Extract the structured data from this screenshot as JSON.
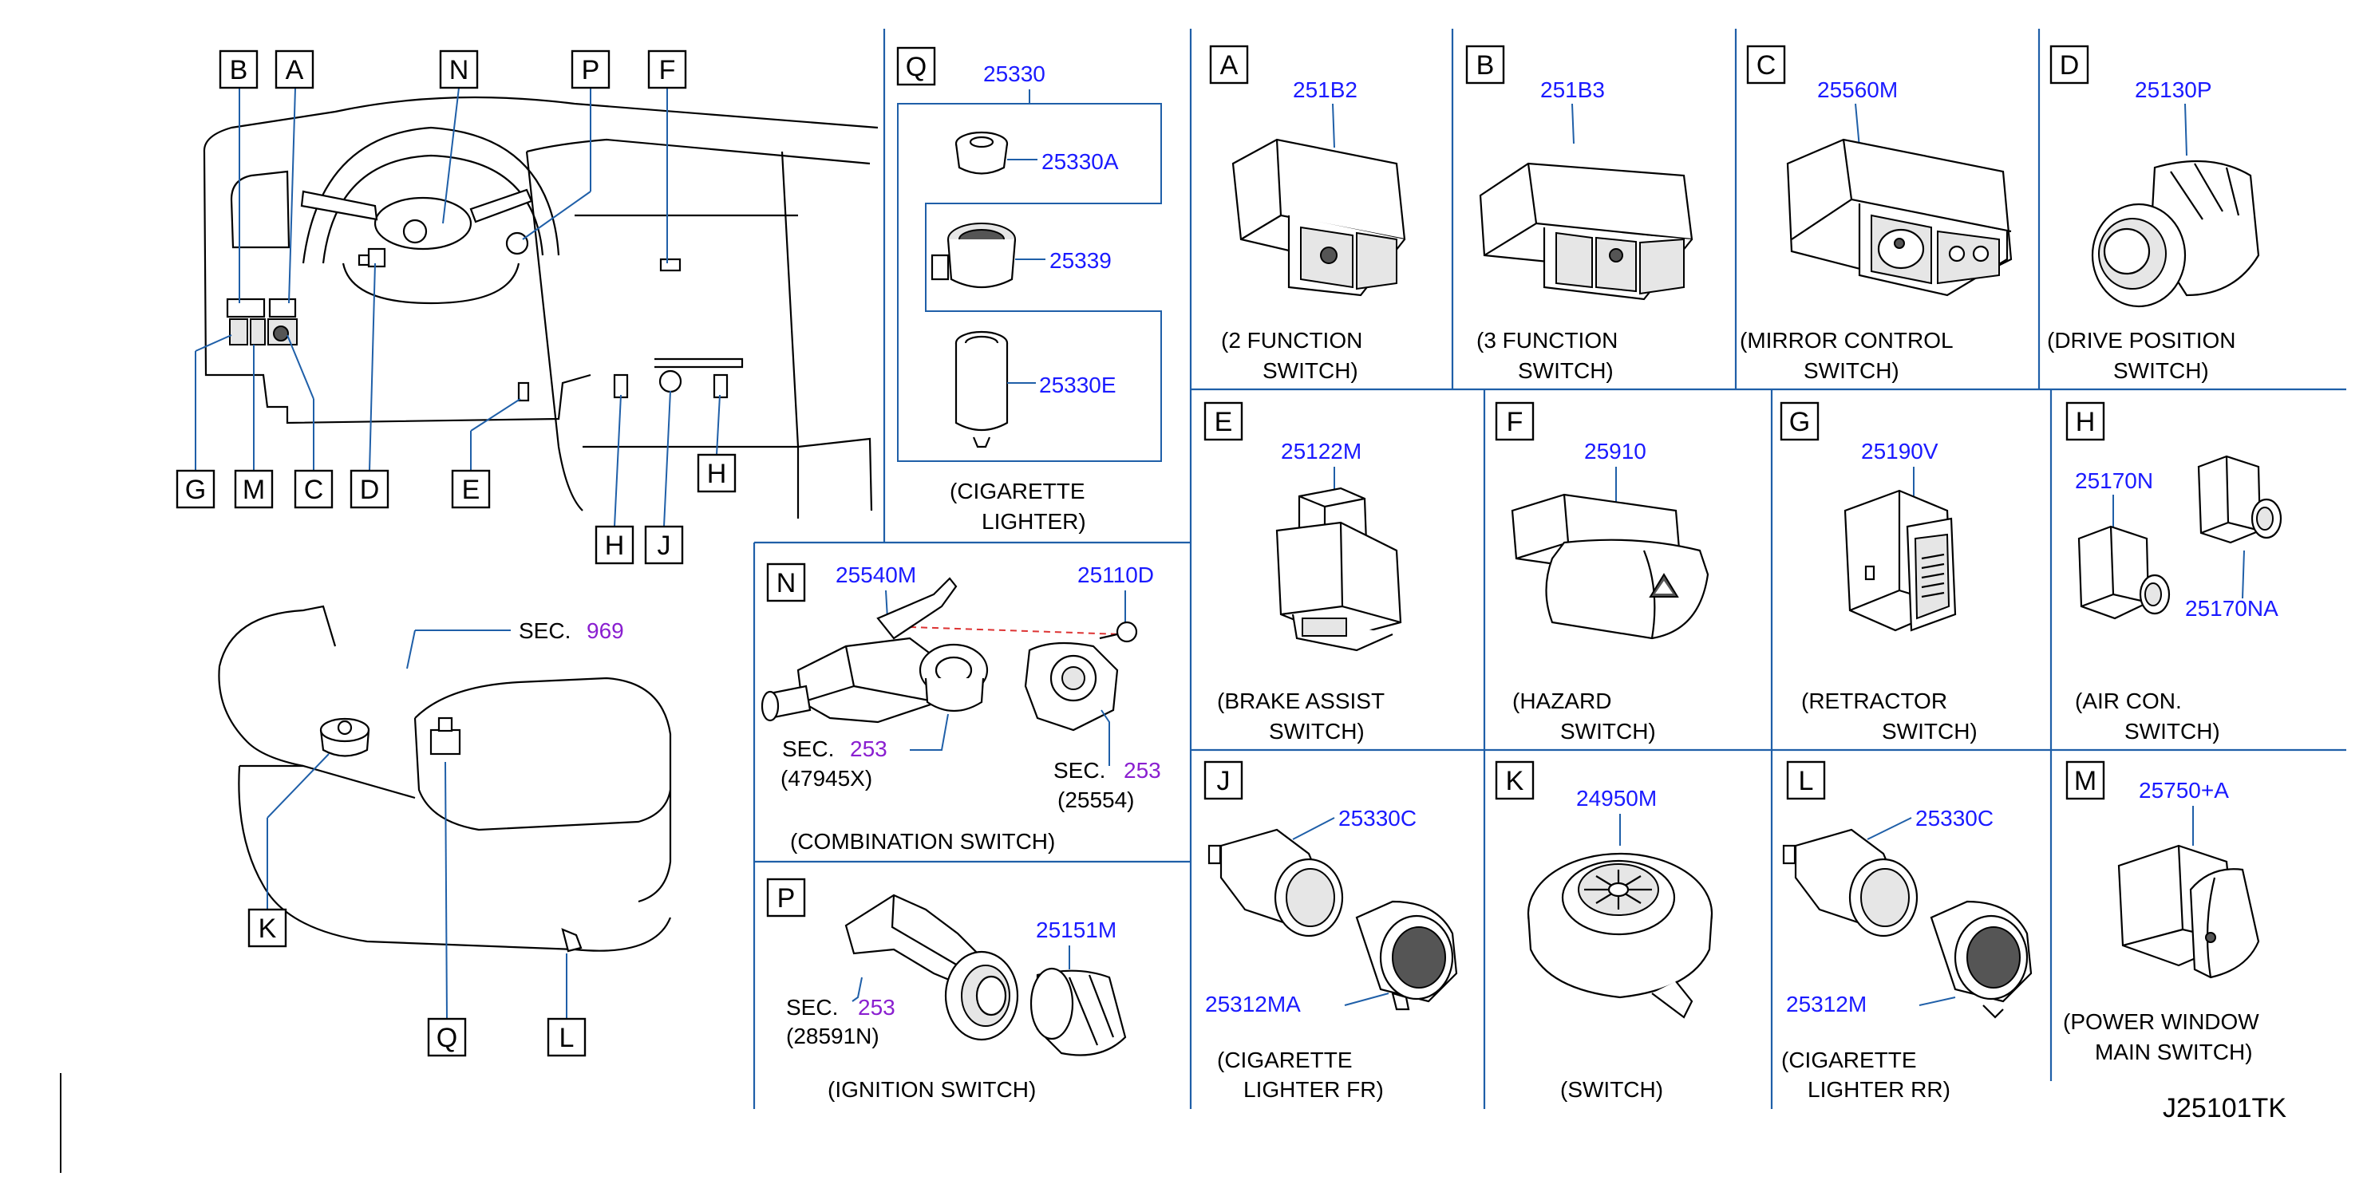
{
  "overview": {
    "labels": {
      "A": "A",
      "B": "B",
      "C": "C",
      "D": "D",
      "E": "E",
      "F": "F",
      "G": "G",
      "H": "H",
      "J": "J",
      "K": "K",
      "L": "L",
      "M": "M",
      "N": "N",
      "P": "P",
      "Q": "Q"
    },
    "sec969": {
      "prefix": "SEC.",
      "num": "969"
    }
  },
  "panels": {
    "Q": {
      "label": "Q",
      "parts": [
        "25330",
        "25330A",
        "25339",
        "25330E"
      ],
      "caption": [
        "(CIGARETTE",
        "LIGHTER)"
      ]
    },
    "A": {
      "label": "A",
      "part": "251B2",
      "caption": [
        "(2   FUNCTION",
        "SWITCH)"
      ]
    },
    "B": {
      "label": "B",
      "part": "251B3",
      "caption": [
        "(3   FUNCTION",
        "SWITCH)"
      ]
    },
    "C": {
      "label": "C",
      "part": "25560M",
      "caption": [
        "(MIRROR   CONTROL",
        "SWITCH)"
      ]
    },
    "D": {
      "label": "D",
      "part": "25130P",
      "caption": [
        "(DRIVE   POSITION",
        "SWITCH)"
      ]
    },
    "E": {
      "label": "E",
      "part": "25122M",
      "caption": [
        "(BRAKE   ASSIST",
        "SWITCH)"
      ]
    },
    "F": {
      "label": "F",
      "part": "25910",
      "caption": [
        "(HAZARD",
        "SWITCH)"
      ]
    },
    "G": {
      "label": "G",
      "part": "25190V",
      "caption": [
        "(RETRACTOR",
        "SWITCH)"
      ]
    },
    "H": {
      "label": "H",
      "parts": [
        "25170N",
        "25170NA"
      ],
      "caption": [
        "(AIR   CON.",
        "SWITCH)"
      ]
    },
    "N": {
      "label": "N",
      "parts": [
        "25540M",
        "25110D"
      ],
      "sec1": {
        "prefix": "SEC.",
        "num": "253",
        "ref": "(47945X)"
      },
      "sec2": {
        "prefix": "SEC.",
        "num": "253",
        "ref": "(25554)"
      },
      "caption": "(COMBINATION   SWITCH)"
    },
    "P": {
      "label": "P",
      "part": "25151M",
      "sec": {
        "prefix": "SEC.",
        "num": "253",
        "ref": "(28591N)"
      },
      "caption": "(IGNITION   SWITCH)"
    },
    "J": {
      "label": "J",
      "parts": [
        "25330C",
        "25312MA"
      ],
      "caption": [
        "(CIGARETTE",
        "LIGHTER   FR)"
      ]
    },
    "K": {
      "label": "K",
      "part": "24950M",
      "caption": "(SWITCH)"
    },
    "L": {
      "label": "L",
      "parts": [
        "25330C",
        "25312M"
      ],
      "caption": [
        "(CIGARETTE",
        "LIGHTER   RR)"
      ]
    },
    "M": {
      "label": "M",
      "part": "25750+A",
      "caption": [
        "(POWER   WINDOW",
        "MAIN   SWITCH)"
      ]
    }
  },
  "drawing_ref": "J25101TK"
}
